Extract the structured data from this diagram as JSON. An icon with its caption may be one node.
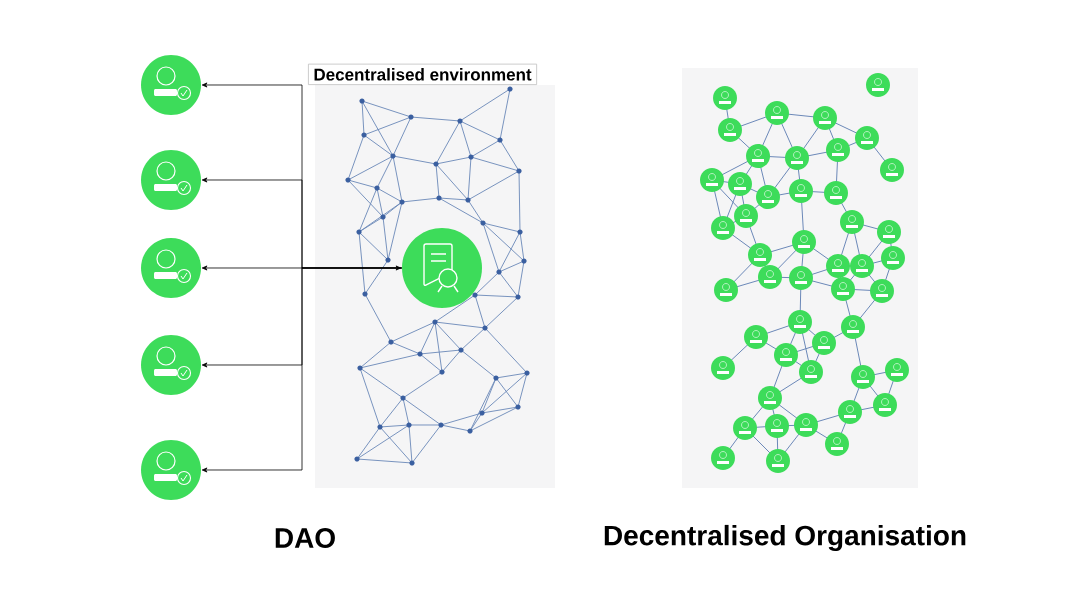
{
  "diagram": {
    "nodes": [
      {
        "text": [],
        "shape": "circle"
      },
      {
        "text": [],
        "shape": "circle"
      },
      {
        "text": [],
        "shape": "circle"
      },
      {
        "text": [],
        "shape": "circle"
      },
      {
        "text": [],
        "shape": "circle"
      },
      {
        "text": [
          "Decentralised environment"
        ]
      },
      {
        "text": [],
        "shape": "circle",
        "in": 5
      }
    ],
    "edges": [
      {
        "from": 6,
        "to": 0,
        "arrow": "to"
      },
      {
        "from": 6,
        "to": 1,
        "arrow": "to"
      },
      {
        "from": 6,
        "to": 2,
        "arrow": "both"
      },
      {
        "from": 6,
        "to": 3,
        "arrow": "to"
      },
      {
        "from": 6,
        "to": 4,
        "arrow": "to"
      }
    ],
    "labels": [
      "DAO",
      "Decentralised Organisation"
    ]
  }
}
